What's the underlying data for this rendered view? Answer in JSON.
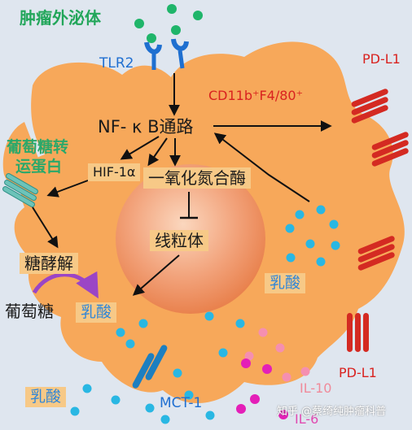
{
  "labels": {
    "exosome": "肿瘤外泌体",
    "tlr2": "TLR2",
    "pdl1_top": "PD-L1",
    "cd11b": "CD11b⁺F4/80⁺",
    "nfkb": "NF- κ B通路",
    "glut": "葡萄糖转\n运蛋白",
    "glut_line1": "葡萄糖转",
    "glut_line2": "运蛋白",
    "hif": "HIF-1α",
    "nos": "一氧化氮合酶",
    "mito": "线粒体",
    "glycolysis": "糖酵解",
    "lactate_right": "乳酸",
    "glucose": "葡萄糖",
    "lactate_mid": "乳酸",
    "lactate_bottom": "乳酸",
    "mct1": "MCT-1",
    "il10": "IL-10",
    "pdl1_bottom": "PD-L1",
    "il6": "IL-6",
    "watermark": "知乎 @蔡绮纯肿瘤科普"
  },
  "colors": {
    "cell": "#f7a85a",
    "nucleus": "#ef8f5e",
    "label_box": "#f7c987",
    "exosome_dot": "#1fb56a",
    "lactate_dot": "#29b7e3",
    "il6_dot": "#e41fb8",
    "il10_dot": "#f58fb0",
    "pdl1": "#d42a22",
    "mct1": "#1d7fc0",
    "tlr2": "#1e6fd0",
    "arrow": "#111111",
    "glycolysis_arrow": "#9b45c6"
  }
}
